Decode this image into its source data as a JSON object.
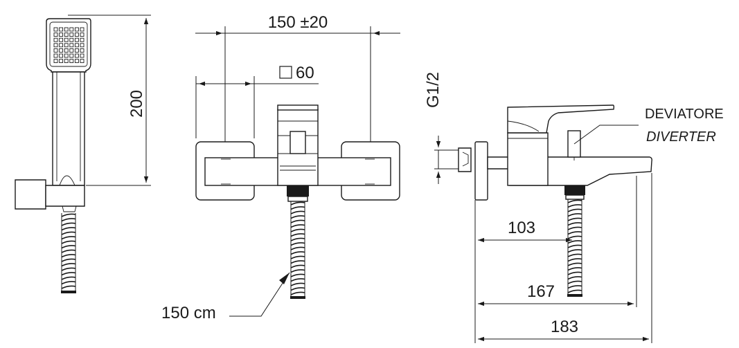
{
  "dimensions": {
    "shower_height": "200",
    "mixer_centres": "150 ±20",
    "mixer_body": "60",
    "hose_length": "150 cm",
    "thread": "G1/2",
    "spout_to_outlet": "103",
    "spout_reach": "167",
    "overall_depth": "183"
  },
  "diverter": {
    "label_it": "DEVIATORE",
    "label_en": "DIVERTER"
  }
}
